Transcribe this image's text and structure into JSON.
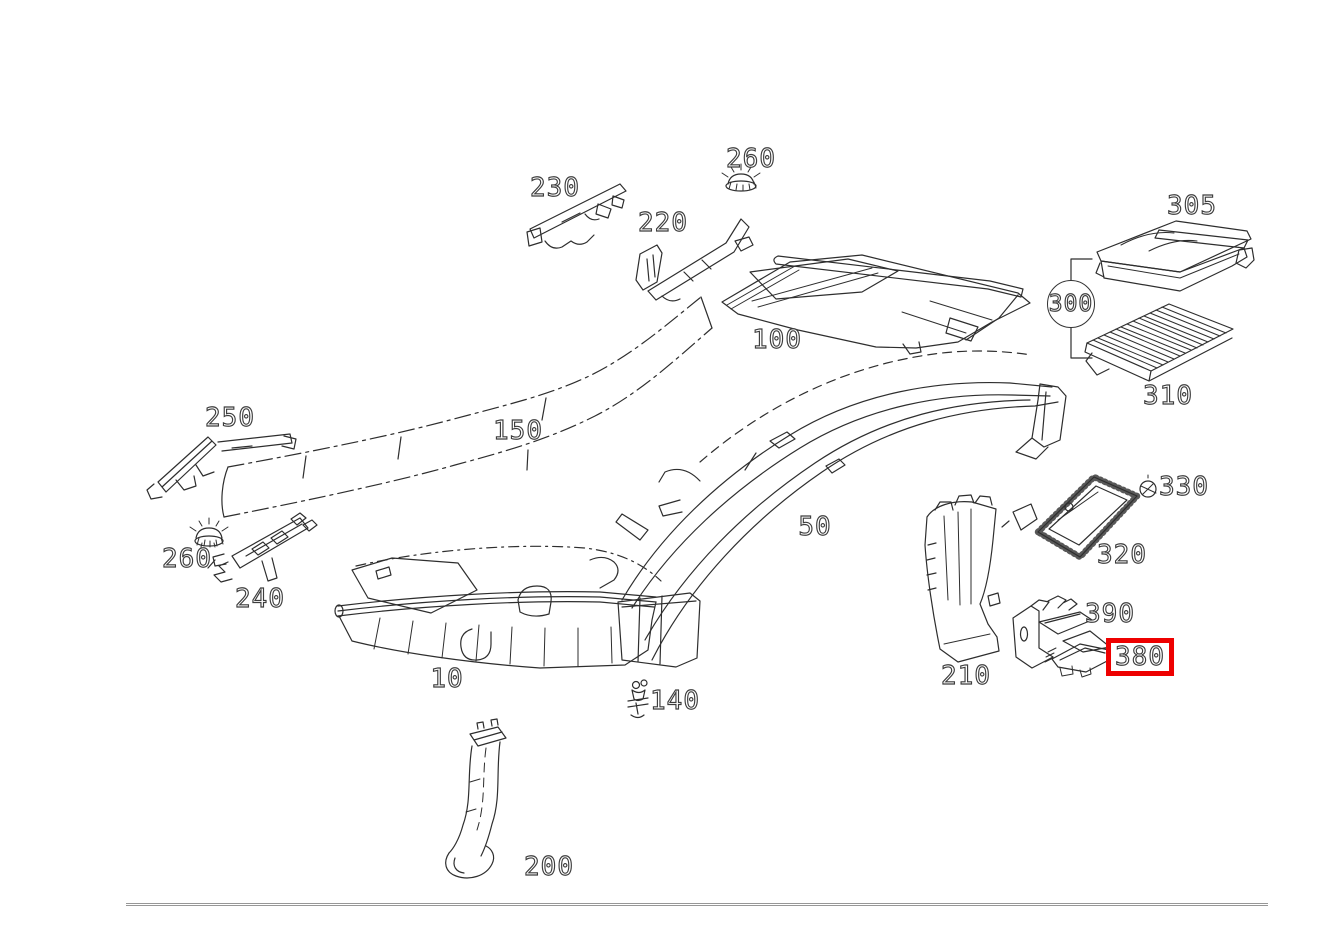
{
  "diagram": {
    "labels": [
      {
        "text": "230"
      },
      {
        "text": "260"
      },
      {
        "text": "220"
      },
      {
        "text": "100"
      },
      {
        "text": "305"
      },
      {
        "text": "310"
      },
      {
        "text": "150"
      },
      {
        "text": "250"
      },
      {
        "text": "260"
      },
      {
        "text": "240"
      },
      {
        "text": "10"
      },
      {
        "text": "50"
      },
      {
        "text": "330"
      },
      {
        "text": "320"
      },
      {
        "text": "390"
      },
      {
        "text": "210"
      },
      {
        "text": "140"
      },
      {
        "text": "200"
      }
    ],
    "circled_label": {
      "text": "300"
    },
    "highlighted_label": {
      "text": "380"
    },
    "colors": {
      "line": "#2e2e2e",
      "highlight_box": "#ee0000",
      "divider": "#979797",
      "background": "#ffffff"
    }
  }
}
